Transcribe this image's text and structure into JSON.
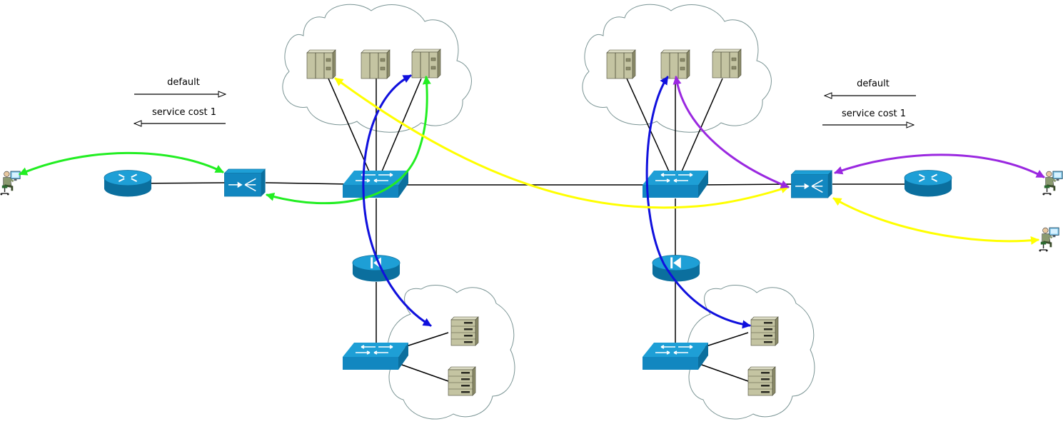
{
  "legend_left": {
    "default_label": "default",
    "service_label": "service cost 1"
  },
  "legend_right": {
    "default_label": "default",
    "service_label": "service cost 1"
  },
  "colors": {
    "background": "#ffffff",
    "cloud_stroke": "#7a9494",
    "link": "#000000",
    "device_blue": "#1e9fd6",
    "device_dark": "#0b6f9e",
    "server_face": "#c4c4a2",
    "server_dark": "#8c8c6a",
    "flow_green": "#22ee22",
    "flow_blue": "#1010dd",
    "flow_yellow": "#ffff00",
    "flow_purple": "#9a28e0"
  },
  "icons": {
    "router": "router-icon",
    "load_balancer": "load-balancer-icon",
    "switch": "switch-icon",
    "firewall": "firewall-icon",
    "rack_server": "rack-server-icon",
    "tower_server": "tower-server-icon",
    "user": "user-workstation-icon"
  }
}
